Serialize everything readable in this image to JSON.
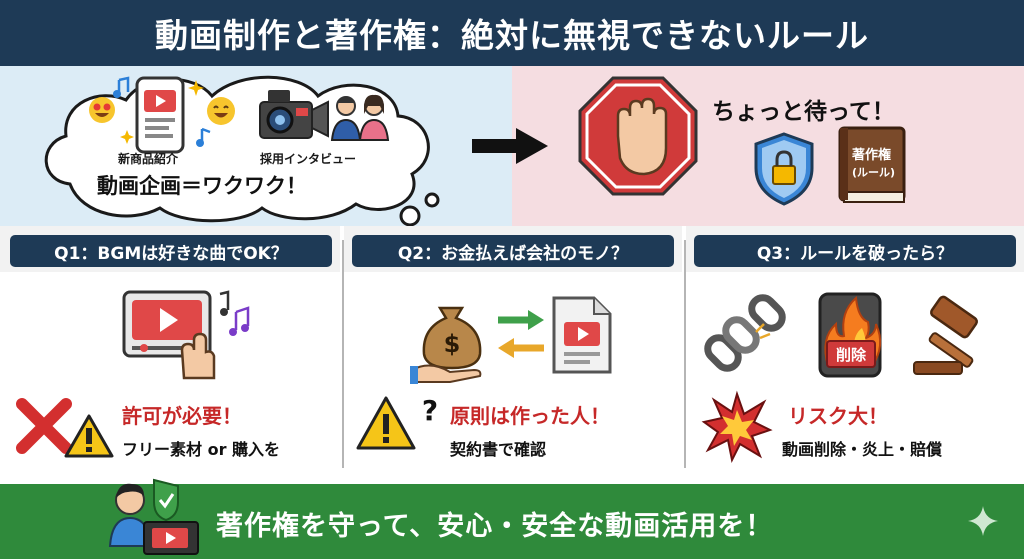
{
  "header": {
    "title": "動画制作と著作権：絶対に無視できないルール"
  },
  "story": {
    "label_product": "新商品紹介",
    "label_interview": "採用インタビュー",
    "idea_text": "動画企画＝ワクワク！",
    "wait_text": "ちょっと待って！",
    "book_title": "著作権",
    "book_subtitle": "(ルール)"
  },
  "sections": [
    {
      "question": "Q1：BGMは好きな曲でOK？",
      "answer": "許可が必要！",
      "detail": "フリー素材 or 購入を"
    },
    {
      "question": "Q2：お金払えば会社のモノ？",
      "answer": "原則は作った人！",
      "detail": "契約書で確認"
    },
    {
      "question": "Q3：ルールを破ったら？",
      "answer": "リスク大！",
      "detail": "動画削除・炎上・賠償",
      "badge": "削除"
    }
  ],
  "footer": {
    "text": "著作権を守って、安心・安全な動画活用を！"
  },
  "colors": {
    "navy": "#1e3a56",
    "green": "#2f8a3b",
    "red": "#c62828",
    "stop_red": "#d03a3a"
  }
}
